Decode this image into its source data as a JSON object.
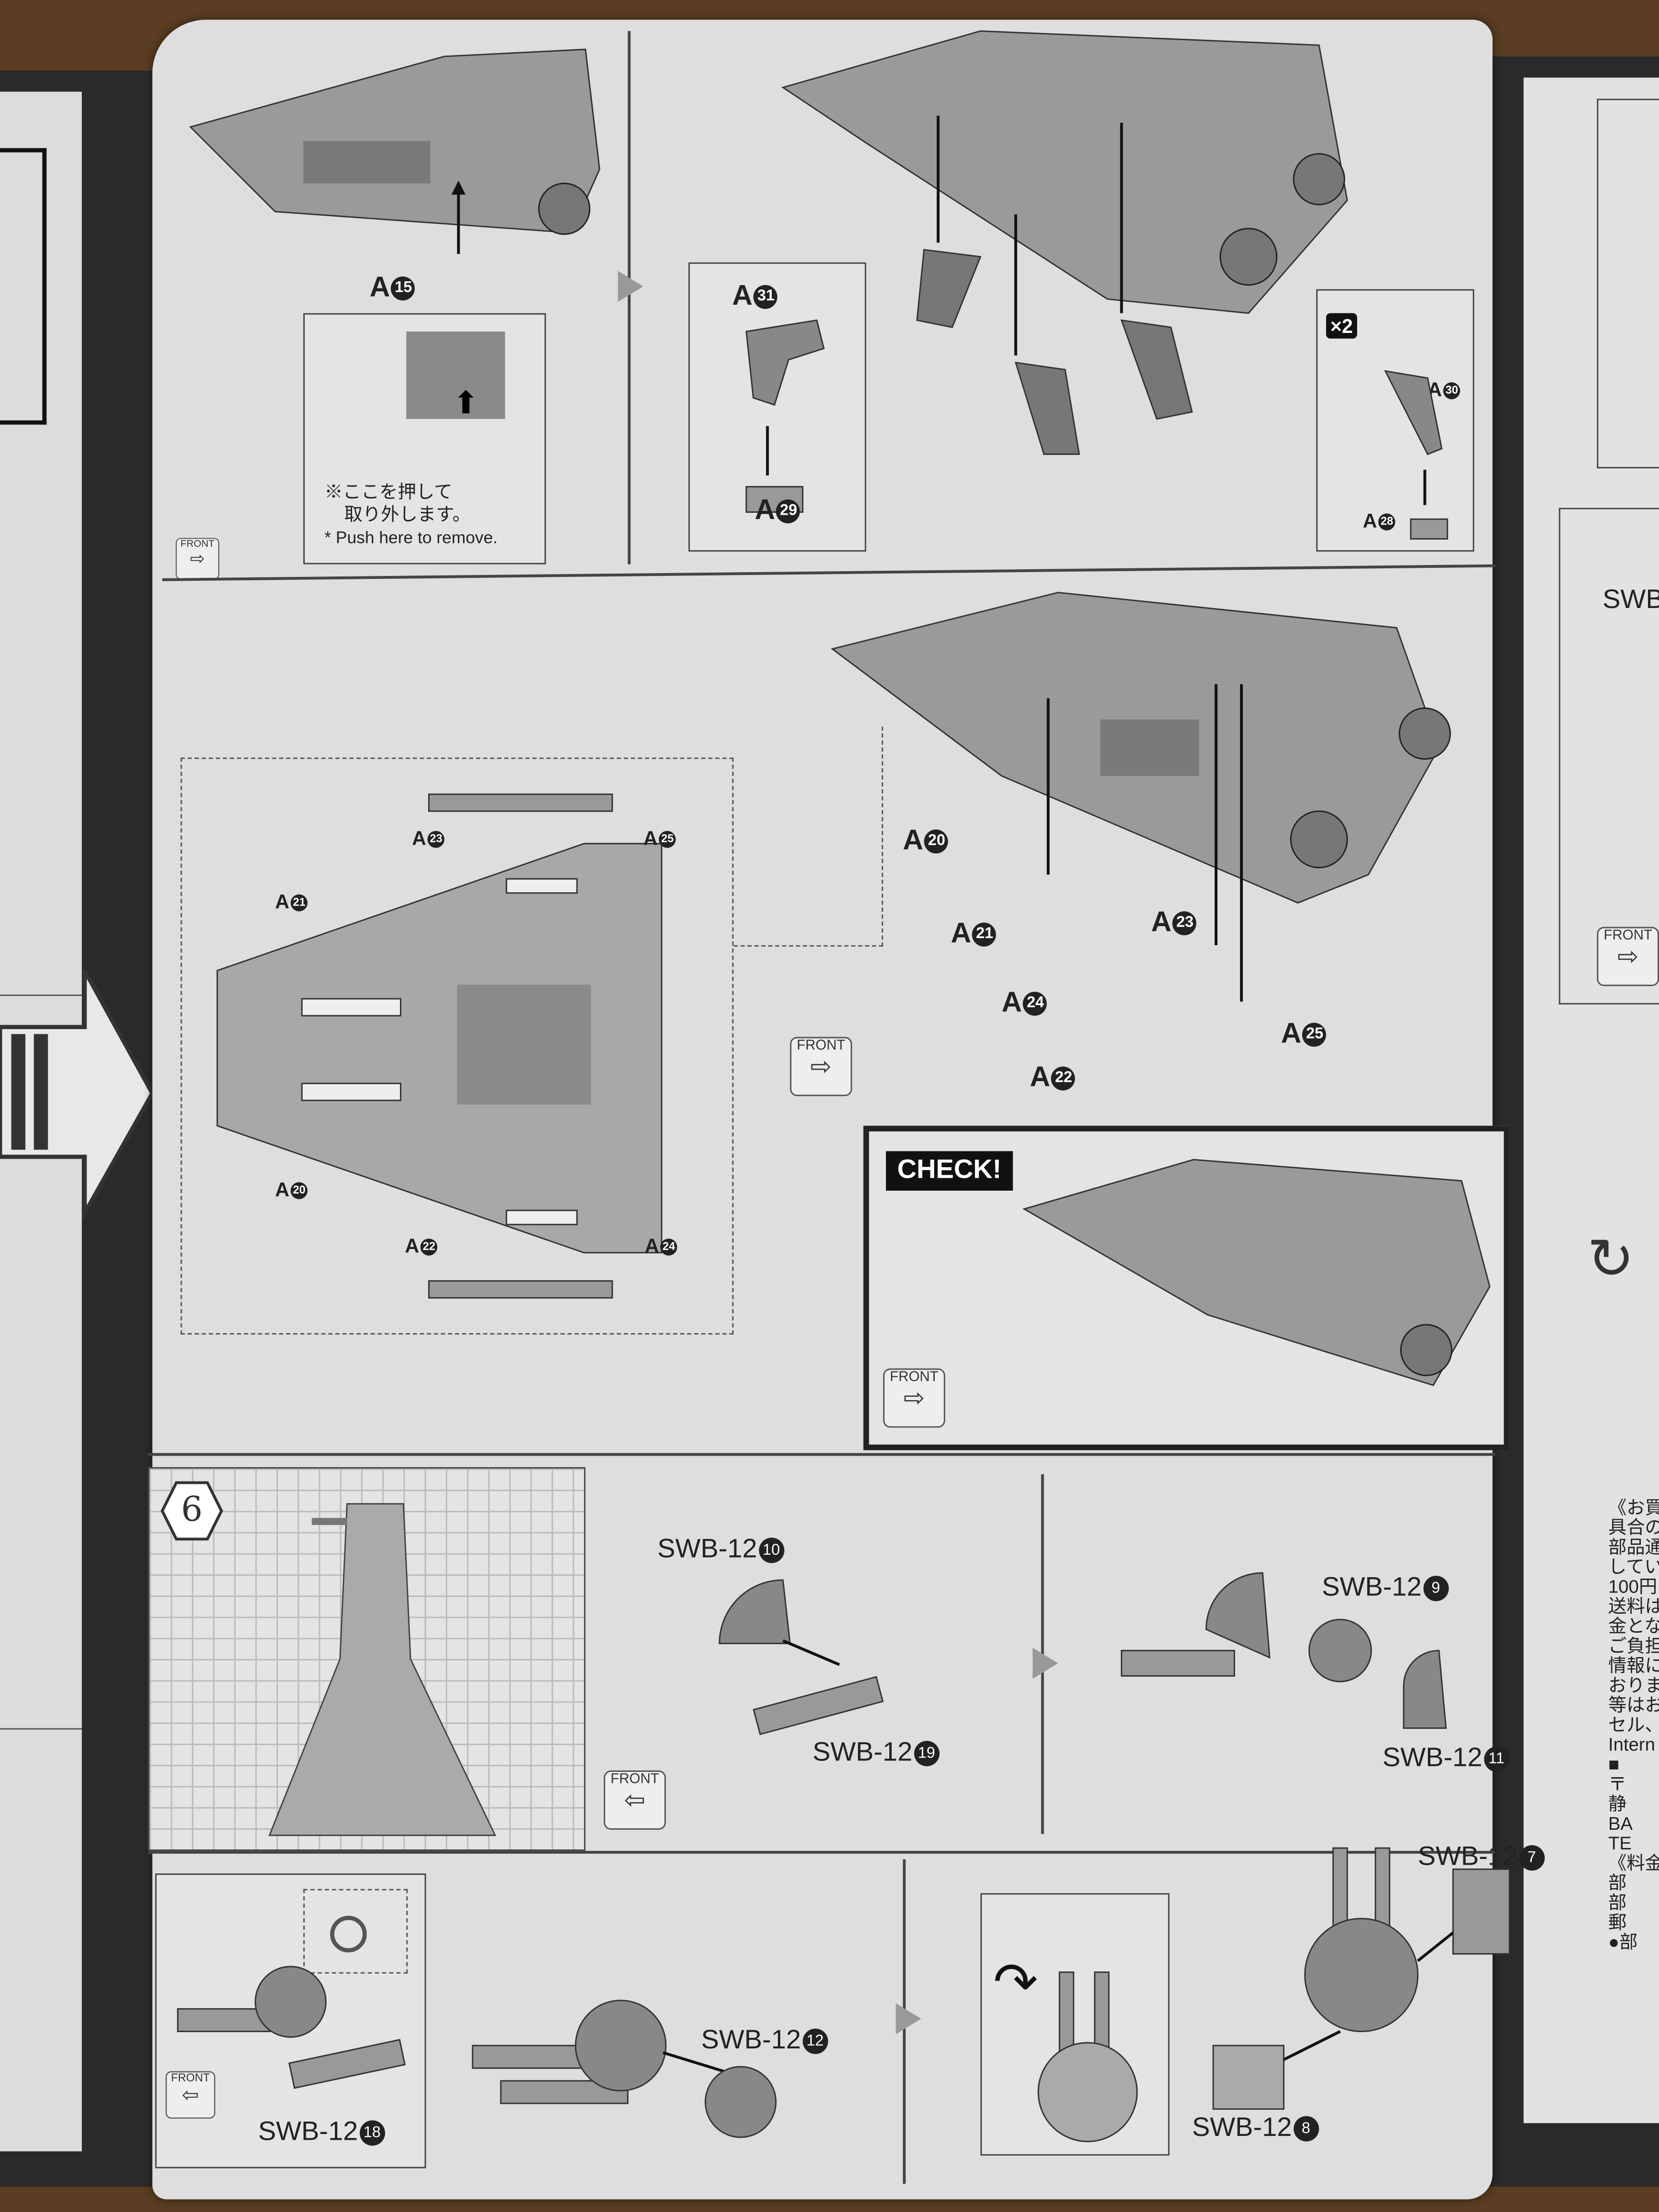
{
  "top_panel": {
    "part_main": {
      "letter": "A",
      "num": "15"
    },
    "note_ja_line1": "※ここを押して",
    "note_ja_line2": "取り外します。",
    "note_en": "* Push here to remove.",
    "sub_box_parts": [
      {
        "letter": "A",
        "num": "31"
      },
      {
        "letter": "A",
        "num": "29"
      }
    ],
    "multiplier": "×2",
    "x2_box_parts": [
      {
        "letter": "A",
        "num": "30"
      },
      {
        "letter": "A",
        "num": "28"
      }
    ],
    "front_label": "FRONT"
  },
  "middle_panel": {
    "plan_parts": [
      {
        "letter": "A",
        "num": "23"
      },
      {
        "letter": "A",
        "num": "25"
      },
      {
        "letter": "A",
        "num": "21"
      },
      {
        "letter": "A",
        "num": "20"
      },
      {
        "letter": "A",
        "num": "22"
      },
      {
        "letter": "A",
        "num": "24"
      }
    ],
    "exploded_parts": [
      {
        "letter": "A",
        "num": "20"
      },
      {
        "letter": "A",
        "num": "21"
      },
      {
        "letter": "A",
        "num": "23"
      },
      {
        "letter": "A",
        "num": "24"
      },
      {
        "letter": "A",
        "num": "25"
      },
      {
        "letter": "A",
        "num": "22"
      }
    ],
    "front_label": "FRONT",
    "check_label": "CHECK!",
    "check_front_label": "FRONT"
  },
  "step6": {
    "step_number": "6",
    "parts_a": [
      {
        "prefix": "SWB-12",
        "num": "10"
      },
      {
        "prefix": "SWB-12",
        "num": "19"
      }
    ],
    "parts_b": [
      {
        "prefix": "SWB-12",
        "num": "9"
      },
      {
        "prefix": "SWB-12",
        "num": "11"
      }
    ],
    "front_label": "FRONT"
  },
  "bottom_row": {
    "parts": [
      {
        "prefix": "SWB-12",
        "num": "18"
      },
      {
        "prefix": "SWB-12",
        "num": "12"
      },
      {
        "prefix": "SWB-12",
        "num": "7"
      },
      {
        "prefix": "SWB-12",
        "num": "8"
      }
    ],
    "front_label": "FRONT"
  },
  "right_page": {
    "label_swb": "SWB",
    "front_label": "FRONT",
    "text_lines": [
      "《お買い",
      "具合の",
      "部品通",
      "してい",
      "100円",
      "送料は",
      "金とな",
      "ご負担",
      "情報に",
      "おりま",
      "等はお",
      "セル、",
      "Intern",
      "■",
      "〒",
      "静",
      "BA",
      "TE",
      "《料金",
      "部",
      "部",
      "郵",
      "●部"
    ]
  }
}
